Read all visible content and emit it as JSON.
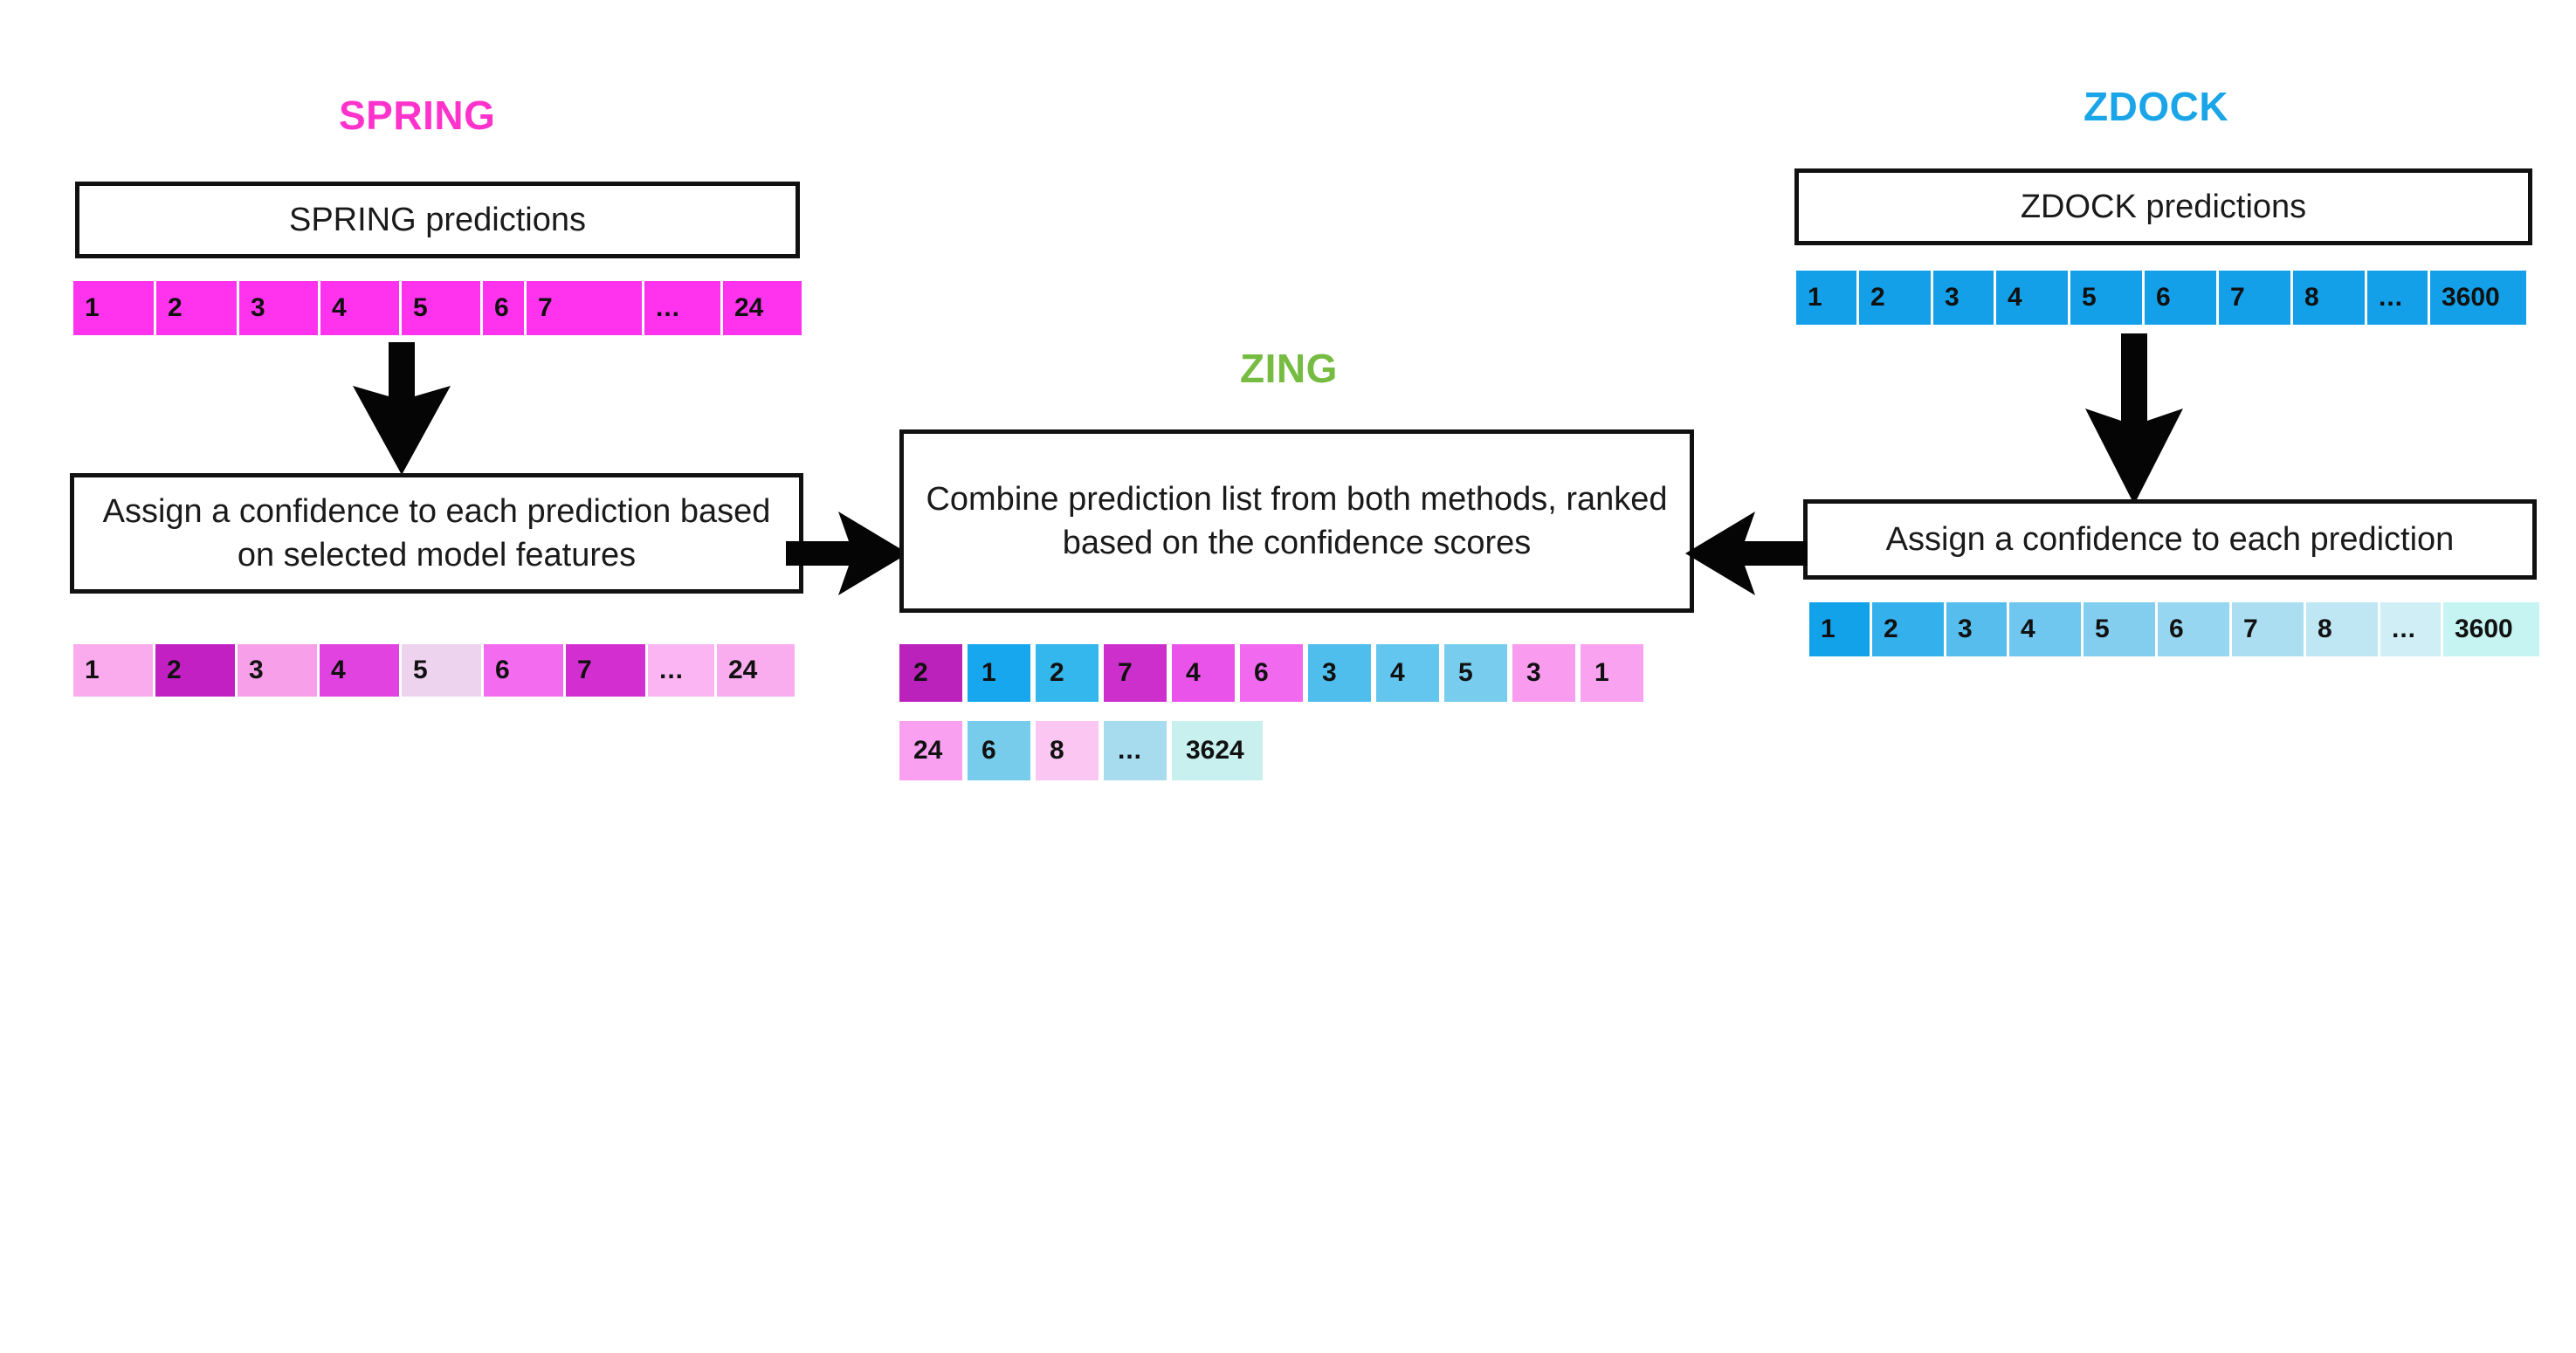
{
  "figure": {
    "background": "#ffffff",
    "branches": {
      "spring": {
        "title": "SPRING",
        "title_color": "#FF33CC",
        "prediction_box_label": "SPRING predictions",
        "confidence_box_label": "Assign a confidence to each prediction based on selected model features",
        "prediction_strip": {
          "base_color": "#FF33EE",
          "cells": [
            {
              "label": "1",
              "color": "#FF33EE",
              "width": 95
            },
            {
              "label": "2",
              "color": "#FF33EE",
              "width": 95
            },
            {
              "label": "3",
              "color": "#FF33EE",
              "width": 93
            },
            {
              "label": "4",
              "color": "#FF33EE",
              "width": 93
            },
            {
              "label": "5",
              "color": "#FF33EE",
              "width": 93
            },
            {
              "label": "6",
              "color": "#FF33EE",
              "width": 50
            },
            {
              "label": "7",
              "color": "#FF33EE",
              "width": 135
            },
            {
              "label": "...",
              "color": "#FF33EE",
              "width": 90
            },
            {
              "label": "24",
              "color": "#FF33EE",
              "width": 90
            }
          ]
        },
        "confidence_strip": {
          "cells": [
            {
              "label": "1",
              "color": "#F9ABEE",
              "width": 94
            },
            {
              "label": "2",
              "color": "#C320C3",
              "width": 94
            },
            {
              "label": "3",
              "color": "#F79FE8",
              "width": 94
            },
            {
              "label": "4",
              "color": "#E043DF",
              "width": 94
            },
            {
              "label": "5",
              "color": "#EED3EE",
              "width": 94
            },
            {
              "label": "6",
              "color": "#F36BEE",
              "width": 94
            },
            {
              "label": "7",
              "color": "#D32FD0",
              "width": 94
            },
            {
              "label": "...",
              "color": "#FAB5F2",
              "width": 79
            },
            {
              "label": "24",
              "color": "#F9ADEE",
              "width": 89
            }
          ]
        }
      },
      "zdock": {
        "title": "ZDOCK",
        "title_color": "#19A5E8",
        "prediction_box_label": "ZDOCK predictions",
        "confidence_box_label": "Assign a confidence to each prediction",
        "prediction_strip": {
          "base_color": "#13A0E8",
          "cells": [
            {
              "label": "1",
              "color": "#13A0E8",
              "width": 72
            },
            {
              "label": "2",
              "color": "#13A0E8",
              "width": 85
            },
            {
              "label": "3",
              "color": "#13A0E8",
              "width": 72
            },
            {
              "label": "4",
              "color": "#13A0E8",
              "width": 85
            },
            {
              "label": "5",
              "color": "#13A0E8",
              "width": 85
            },
            {
              "label": "6",
              "color": "#13A0E8",
              "width": 85
            },
            {
              "label": "7",
              "color": "#13A0E8",
              "width": 85
            },
            {
              "label": "8",
              "color": "#13A0E8",
              "width": 85
            },
            {
              "label": "...",
              "color": "#13A0E8",
              "width": 72
            },
            {
              "label": "3600",
              "color": "#13A0E8",
              "width": 110
            }
          ]
        },
        "confidence_strip": {
          "cells": [
            {
              "label": "1",
              "color": "#11A2EA",
              "width": 72
            },
            {
              "label": "2",
              "color": "#34B0EC",
              "width": 85
            },
            {
              "label": "3",
              "color": "#56BDED",
              "width": 72
            },
            {
              "label": "4",
              "color": "#6FC6EE",
              "width": 85
            },
            {
              "label": "5",
              "color": "#83CEEF",
              "width": 85
            },
            {
              "label": "6",
              "color": "#97D6F0",
              "width": 85
            },
            {
              "label": "7",
              "color": "#ABDEF1",
              "width": 85
            },
            {
              "label": "8",
              "color": "#BFE6F3",
              "width": 85
            },
            {
              "label": "...",
              "color": "#CFEEF5",
              "width": 72
            },
            {
              "label": "3600",
              "color": "#C6F4F2",
              "width": 110
            }
          ]
        }
      },
      "zing": {
        "title": "ZING",
        "title_color": "#76BC43",
        "combine_box_label": "Combine prediction list from both methods, ranked based on the confidence scores",
        "combined_strip_row1": {
          "cells": [
            {
              "label": "2",
              "color": "#BB22BB",
              "width": 78
            },
            {
              "label": "1",
              "color": "#16A7EE",
              "width": 78
            },
            {
              "label": "2",
              "color": "#34B7EC",
              "width": 78
            },
            {
              "label": "7",
              "color": "#CC2FCC",
              "width": 78
            },
            {
              "label": "4",
              "color": "#EA53EA",
              "width": 78
            },
            {
              "label": "6",
              "color": "#F169EE",
              "width": 78
            },
            {
              "label": "3",
              "color": "#4FBEED",
              "width": 78
            },
            {
              "label": "4",
              "color": "#63C6EE",
              "width": 78
            },
            {
              "label": "5",
              "color": "#78CDEF",
              "width": 78
            },
            {
              "label": "3",
              "color": "#F99BEF",
              "width": 78
            },
            {
              "label": "1",
              "color": "#F8A2F0",
              "width": 78
            }
          ]
        },
        "combined_strip_row2": {
          "cells": [
            {
              "label": "24",
              "color": "#F9A1F0",
              "width": 78
            },
            {
              "label": "6",
              "color": "#77CCEC",
              "width": 78
            },
            {
              "label": "8",
              "color": "#FBC7F2",
              "width": 78
            },
            {
              "label": "...",
              "color": "#A7DCEE",
              "width": 78
            },
            {
              "label": "3624",
              "color": "#C7F0EE",
              "width": 110
            }
          ]
        }
      }
    },
    "arrows": [
      {
        "name": "spring-down-arrow",
        "direction": "down"
      },
      {
        "name": "zdock-down-arrow",
        "direction": "down"
      },
      {
        "name": "left-to-zing-arrow",
        "direction": "right"
      },
      {
        "name": "right-to-zing-arrow",
        "direction": "left"
      }
    ]
  }
}
